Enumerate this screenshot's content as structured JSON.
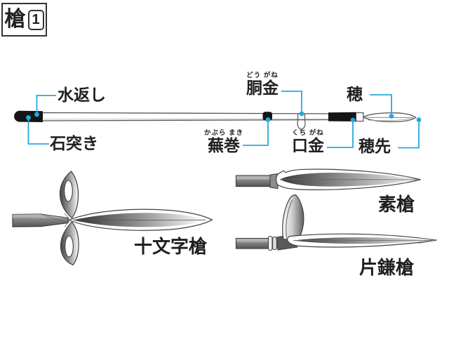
{
  "title": {
    "kanji": "槍",
    "number": "1"
  },
  "colors": {
    "leader_line": "#29a7e0",
    "outline": "#3f3f3f",
    "text": "#1f1f1f",
    "background": "#ffffff"
  },
  "part_labels": {
    "mizukaeshi": {
      "text": "水返し"
    },
    "ishizuki": {
      "text": "石突き"
    },
    "kaburamaki": {
      "furigana": "かぶら まき",
      "text": "蕪巻"
    },
    "dougane": {
      "furigana": "どう がね",
      "text": "胴金"
    },
    "kuchigane": {
      "furigana": "くち がね",
      "text": "口金"
    },
    "ho": {
      "text": "穂"
    },
    "hosaki": {
      "text": "穂先"
    }
  },
  "spear_types": {
    "jumonji": {
      "text": "十文字槍"
    },
    "su": {
      "text": "素槍"
    },
    "katakama": {
      "text": "片鎌槍"
    }
  }
}
